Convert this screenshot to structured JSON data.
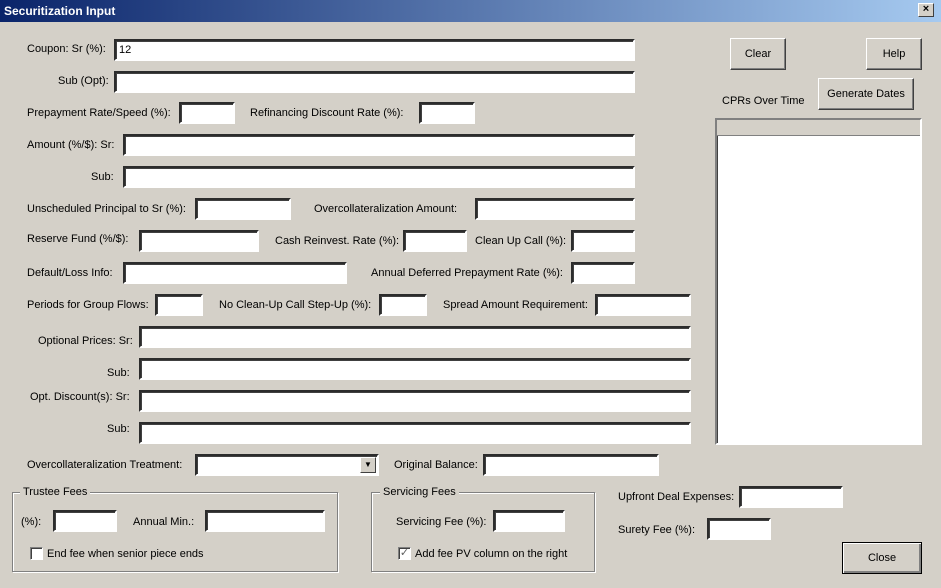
{
  "window": {
    "title": "Securitization Input",
    "close_glyph": "×"
  },
  "fields": {
    "coupon_sr_label": "Coupon: Sr (%):",
    "coupon_sr_value": "12",
    "sub_opt_label": "Sub (Opt):",
    "prepay_label": "Prepayment Rate/Speed (%):",
    "refi_label": "Refinancing Discount Rate (%):",
    "amount_sr_label": "Amount (%/$): Sr:",
    "amount_sub_label": "Sub:",
    "unsched_label": "Unscheduled Principal to Sr (%):",
    "overcoll_amount_label": "Overcollateralization Amount:",
    "reserve_label": "Reserve Fund (%/$):",
    "cash_reinvest_label": "Cash Reinvest. Rate (%):",
    "cleanup_label": "Clean Up Call (%):",
    "default_label": "Default/Loss Info:",
    "annual_deferred_label": "Annual Deferred Prepayment Rate (%):",
    "periods_label": "Periods for Group Flows:",
    "no_cleanup_label": "No Clean-Up Call Step-Up (%):",
    "spread_label": "Spread Amount Requirement:",
    "opt_prices_sr_label": "Optional Prices: Sr:",
    "opt_prices_sub_label": "Sub:",
    "opt_discount_sr_label": "Opt. Discount(s): Sr:",
    "opt_discount_sub_label": "Sub:",
    "overcoll_treatment_label": "Overcollateralization Treatment:",
    "original_balance_label": "Original Balance:"
  },
  "buttons": {
    "clear": "Clear",
    "help": "Help",
    "generate_dates": "Generate Dates",
    "close": "Close"
  },
  "cprs": {
    "label": "CPRs Over Time"
  },
  "trustee": {
    "legend": "Trustee Fees",
    "pct_label": "(%):",
    "annual_min_label": "Annual Min.:",
    "end_fee_label": "End fee when senior piece ends",
    "end_fee_checked": false
  },
  "servicing": {
    "legend": "Servicing Fees",
    "fee_label": "Servicing Fee (%):",
    "add_pv_label": "Add fee PV column on the right",
    "add_pv_checked": true
  },
  "upfront_label": "Upfront Deal Expenses:",
  "surety_label": "Surety Fee (%):"
}
